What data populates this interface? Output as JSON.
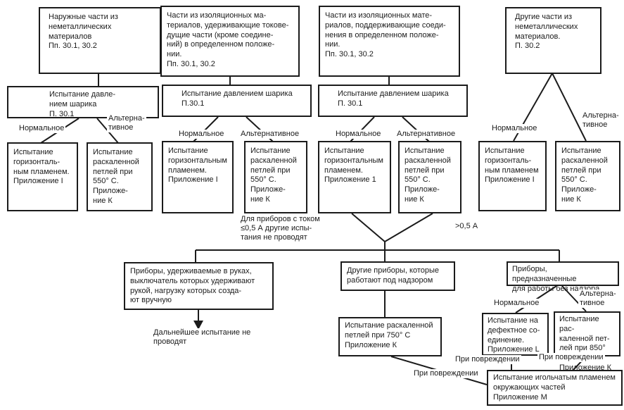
{
  "nodes": {
    "outer_nonmetallic": "Наружные части из\nнеметаллических\nматериалов\nПп. 30.1, 30.2",
    "insulating_holding": "Части из изоляционных ма-\nтериалов, удерживающие токове-\nдущие части (кроме соедине-\nний) в определенном положе-\nнии.\nПп. 30.1, 30.2",
    "insulating_supporting": "Части из изоляционных мате-\nриалов, поддерживающие соеди-\nнения в определенном положе-\nнии.\nПп. 30.1, 30.2",
    "other_nonmetallic": "Другие части из\nнеметаллических\nматериалов.\nП. 30.2",
    "ball_pressure_1": "Испытание давле-\nнием шарика\nП. 30.1",
    "ball_pressure_2": "Испытание давлением шарика\nП.30.1",
    "ball_pressure_3": "Испытание давлением шарика\nП. 30.1",
    "horizontal_flame_1": "Испытание\nгоризонталь-\nным пламенем.\nПриложение I",
    "horizontal_flame_2": "Испытание\nгоризонтальным\nпламенем.\nПриложение I",
    "horizontal_flame_3": "Испытание\nгоризонтальным\nпламенем.\nПриложение 1",
    "horizontal_flame_4": "Испытание\nгоризонталь-\nным пламенем\nПриложение I",
    "glow_wire_550": "Испытание\nраскаленной\nпетлей при\n550° С.\nПриложе-\nние К",
    "handheld_appliances": "Приборы, удерживаемые в руках,\nвыключатель которых удерживают\nрукой, нагрузку которых созда-\nют вручную",
    "supervised_appliances": "Другие приборы, которые\nработают под надзором",
    "unattended_appliances": "Приборы, предназначенные\nдля работы без надзора",
    "glow_wire_750": "Испытание раскаленной\nпетлей при 750° С\nПриложение К",
    "bad_connection": "Испытание на\nдефектное со-\nединение.\nПриложение L",
    "glow_wire_850": "Испытание рас-\nкаленной пет-\nлей при 850° С.\nПриложение К",
    "needle_flame": "Испытание игольчатым пламенем\nокружающих частей\nПриложение М"
  },
  "labels": {
    "normal": "Нормальное",
    "alt_two_line": "Альтерна-\nтивное",
    "alt_one_line": "Альтернативное",
    "low_current": "Для приборов с током\n≤0,5 А другие испы-\nтания не проводят",
    "high_current": ">0,5 А",
    "no_further_test": "Дальнейшее испытание не\nпроводят",
    "on_damage": "При повреждении"
  }
}
